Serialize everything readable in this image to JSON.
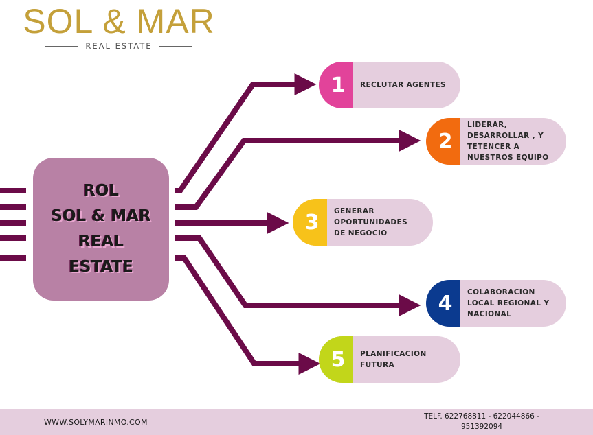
{
  "logo": {
    "main_text": "SOL & MAR",
    "sub_text": "REAL ESTATE",
    "color": "#c4a03a"
  },
  "center": {
    "lines": [
      "ROL",
      "SOL & MAR",
      "REAL",
      "ESTATE"
    ],
    "color": "#b881a5"
  },
  "connector_color": "#6b0b48",
  "items": [
    {
      "number": "1",
      "lines": [
        "RECLUTAR AGENTES"
      ],
      "badge_color": "#e2439a"
    },
    {
      "number": "2",
      "lines": [
        "LIDERAR,",
        "DESARROLLAR , Y",
        "TETENCER A",
        "NUESTROS EQUIPO"
      ],
      "badge_color": "#f26b0f"
    },
    {
      "number": "3",
      "lines": [
        "GENERAR",
        "OPORTUNIDADES",
        "DE NEGOCIO"
      ],
      "badge_color": "#f7c21a"
    },
    {
      "number": "4",
      "lines": [
        "COLABORACION",
        "LOCAL REGIONAL Y",
        "NACIONAL"
      ],
      "badge_color": "#0b3a8f"
    },
    {
      "number": "5",
      "lines": [
        "PLANIFICACION",
        "FUTURA"
      ],
      "badge_color": "#c2d61a"
    }
  ],
  "footer": {
    "website": "WWW.SOLYMARINMO.COM",
    "phone_line1": "TELF. 622768811 - 622044866 -",
    "phone_line2": "951392094",
    "background": "#e5cede"
  }
}
